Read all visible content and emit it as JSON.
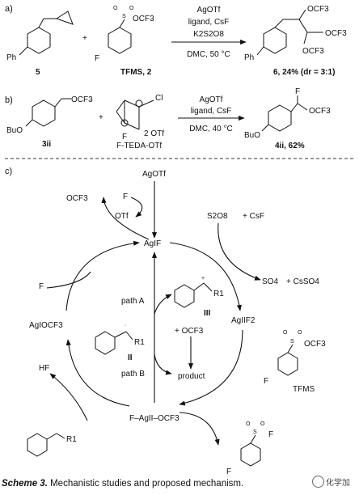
{
  "panels": {
    "a": {
      "label": "a)",
      "reagents": [
        "AgOTf",
        "ligand, CsF",
        "K2S2O8"
      ],
      "conditions": "DMC, 50 °C",
      "substrate_label": "5",
      "substrate_ph": "Ph",
      "plus": "+",
      "tfms_F": "F",
      "tfms_ocf3": "OCF3",
      "tfms_label": "TFMS, 2",
      "product_ph": "Ph",
      "product_ocf3": "OCF3",
      "product_label": "6, 24% (dr = 3:1)"
    },
    "b": {
      "label": "b)",
      "reagents": [
        "AgOTf",
        "ligand, CsF"
      ],
      "conditions": "DMC, 40 °C",
      "substrate_ocf3": "OCF3",
      "substrate_buo": "BuO",
      "substrate_label": "3ii",
      "plus": "+",
      "selectfluor_cl": "Cl",
      "selectfluor_f": "F",
      "selectfluor_otf": "2 OTf",
      "selectfluor_label": "F-TEDA-OTf",
      "product_f": "F",
      "product_ocf3": "OCF3",
      "product_buo": "BuO",
      "product_label": "4ii, 62%"
    },
    "c": {
      "label": "c)",
      "agotf": "AgOTf",
      "f_minus": "F",
      "otf_minus": "OTf",
      "ocf3_top": "OCF3",
      "agIF": "AgIF",
      "s2o8": "S2O8",
      "csf": "+ CsF",
      "so4": "SO4",
      "csso4": "+ CsSO4",
      "f_left": "F",
      "path_a": "path A",
      "path_b": "path B",
      "radical_label": "II",
      "cation_label": "III",
      "r1": "R1",
      "plus_ocf3": "+ OCF3",
      "product": "product",
      "agIIF2": "AgIIF2",
      "agIocf3": "AgIOCF3",
      "hf": "HF",
      "f_agII_ocf3": "F–AgII–OCF3",
      "tfms_F": "F",
      "tfms_ocf3": "OCF3",
      "tfms": "TFMS",
      "sulfonyl_F_left": "F",
      "sulfonyl_F_right": "F"
    }
  },
  "caption": {
    "scheme": "Scheme 3.",
    "text": " Mechanistic studies and proposed mechanism."
  },
  "watermark": "化学加"
}
